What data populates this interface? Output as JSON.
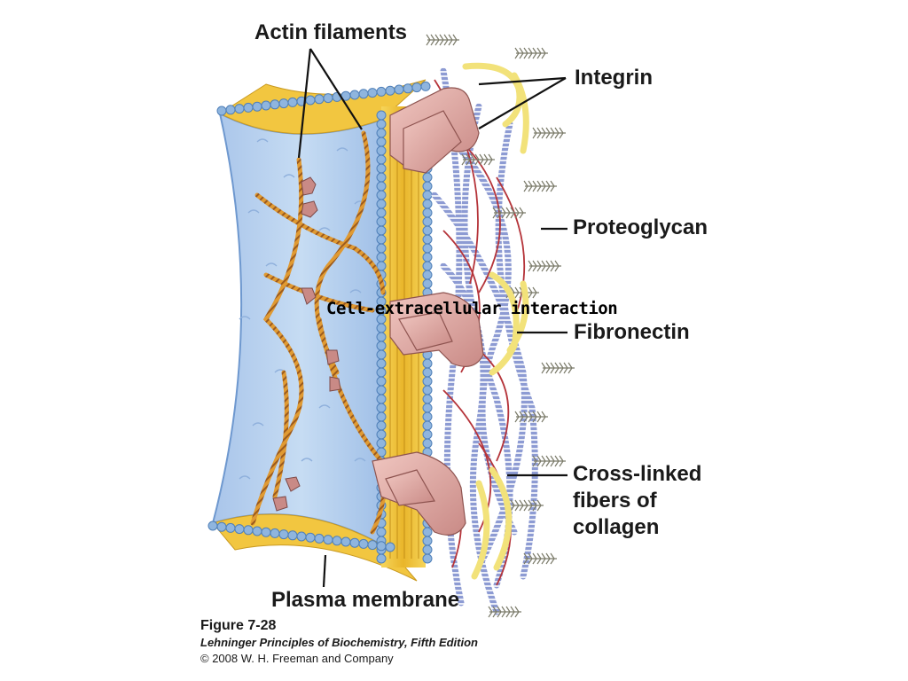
{
  "labels": {
    "actin_filaments": "Actin filaments",
    "integrin": "Integrin",
    "proteoglycan": "Proteoglycan",
    "fibronectin": "Fibronectin",
    "collagen": [
      "Cross-linked",
      "fibers of",
      "collagen"
    ],
    "plasma_membrane": "Plasma membrane"
  },
  "overlay_text": "Cell-extracellular interaction",
  "caption": {
    "figure": "Figure 7-28",
    "book": "Lehninger Principles of Biochemistry, Fifth Edition",
    "copyright": "© 2008 W. H. Freeman and Company"
  },
  "colors": {
    "cytoplasm": "#b9d3ef",
    "cytoplasm_edge": "#6e98cf",
    "lipid_head": "#8fb5de",
    "lipid_tail": "#f2c640",
    "actin": "#d98a2a",
    "integrin": "#e7b1ab",
    "fibronectin": "#f2e27a",
    "collagen": "#7f8ec9",
    "collagen_red": "#b5343a",
    "proteoglycan": "#7b7b6a",
    "leader_line": "#111111"
  }
}
